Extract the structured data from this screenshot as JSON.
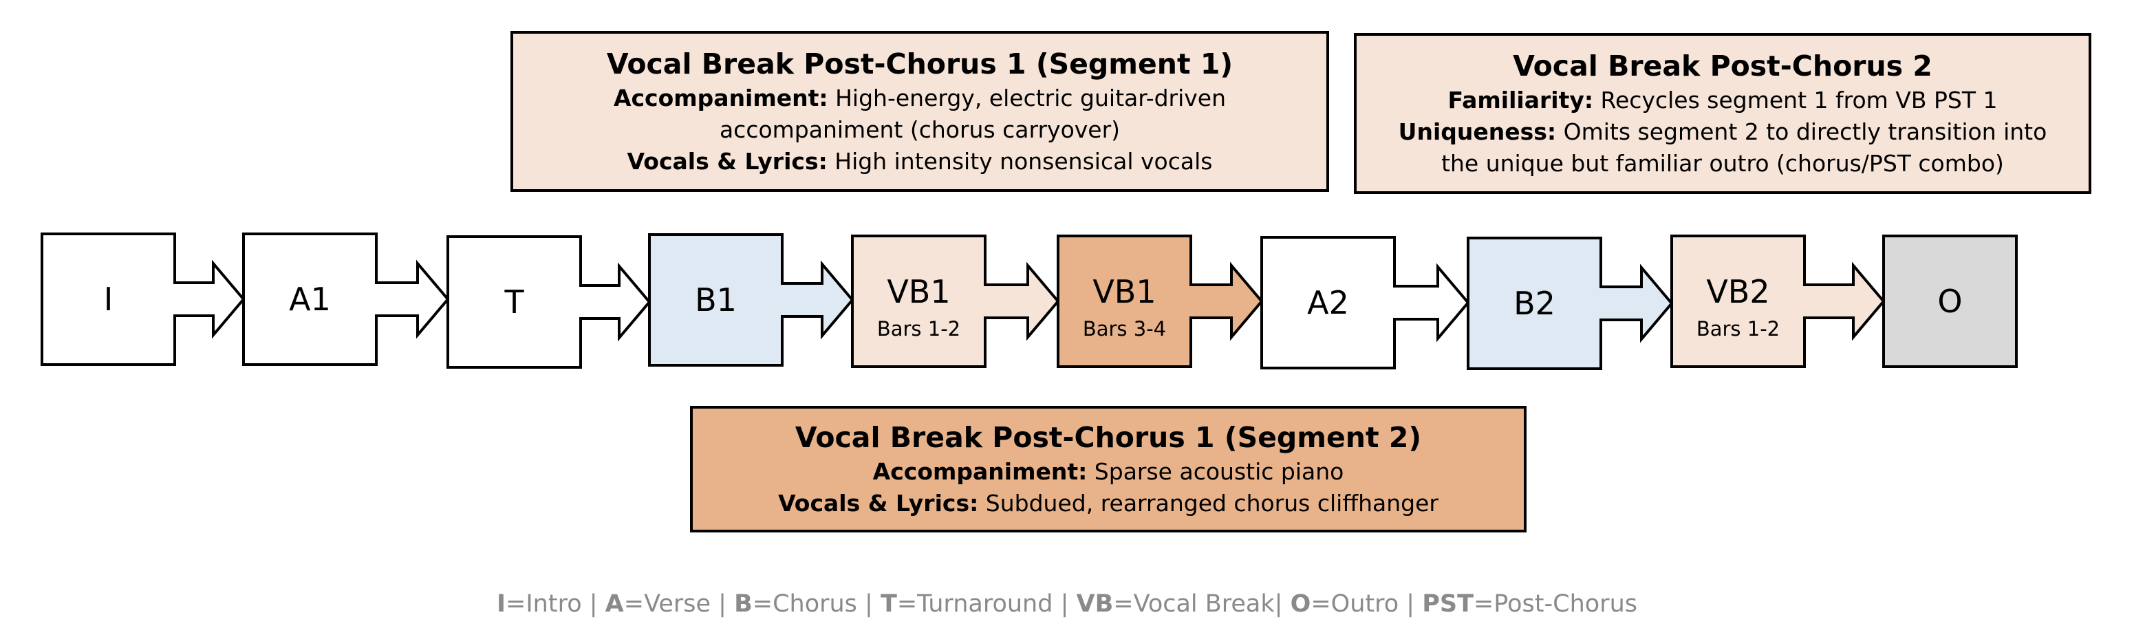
{
  "callouts": {
    "vb1_seg1": {
      "title": "Vocal Break Post-Chorus 1 (Segment 1)",
      "lines": [
        {
          "label": "Accompaniment:",
          "text": " High-energy, electric guitar-driven"
        },
        {
          "label": "",
          "text": "accompaniment (chorus carryover)"
        },
        {
          "label": "Vocals & Lyrics:",
          "text": " High intensity nonsensical vocals"
        }
      ],
      "fill": "#f6e4d8"
    },
    "vb2": {
      "title": "Vocal Break Post-Chorus 2",
      "lines": [
        {
          "label": "Familiarity:",
          "text": " Recycles segment 1 from VB PST 1"
        },
        {
          "label": "Uniqueness:",
          "text": " Omits segment 2 to directly transition into"
        },
        {
          "label": "",
          "text": "the unique but familiar outro (chorus/PST combo)"
        }
      ],
      "fill": "#f6e4d8"
    },
    "vb1_seg2": {
      "title": "Vocal Break Post-Chorus 1 (Segment 2)",
      "lines": [
        {
          "label": "Accompaniment:",
          "text": " Sparse acoustic piano"
        },
        {
          "label": "Vocals & Lyrics:",
          "text": " Subdued, rearranged chorus cliffhanger"
        }
      ],
      "fill": "#e8b38a"
    }
  },
  "flow": {
    "nodes": [
      {
        "id": "intro",
        "label": "I",
        "sub": "",
        "fill": "#ffffff"
      },
      {
        "id": "verse-1",
        "label": "A1",
        "sub": "",
        "fill": "#ffffff"
      },
      {
        "id": "turnaround",
        "label": "T",
        "sub": "",
        "fill": "#ffffff"
      },
      {
        "id": "chorus-1",
        "label": "B1",
        "sub": "",
        "fill": "#dfe9f4"
      },
      {
        "id": "vocal-break-1a",
        "label": "VB1",
        "sub": "Bars 1-2",
        "fill": "#f6e4d8"
      },
      {
        "id": "vocal-break-1b",
        "label": "VB1",
        "sub": "Bars 3-4",
        "fill": "#e8b38a"
      },
      {
        "id": "verse-2",
        "label": "A2",
        "sub": "",
        "fill": "#ffffff"
      },
      {
        "id": "chorus-2",
        "label": "B2",
        "sub": "",
        "fill": "#dfe9f4"
      },
      {
        "id": "vocal-break-2",
        "label": "VB2",
        "sub": "Bars 1-2",
        "fill": "#f6e4d8"
      },
      {
        "id": "outro",
        "label": "O",
        "sub": "",
        "fill": "#d9d9d9"
      }
    ]
  },
  "legend": [
    {
      "abbr": "I",
      "meaning": "=Intro",
      "sep": " | "
    },
    {
      "abbr": "A",
      "meaning": "=Verse",
      "sep": " | "
    },
    {
      "abbr": "B",
      "meaning": "=Chorus",
      "sep": " | "
    },
    {
      "abbr": "T",
      "meaning": "=Turnaround",
      "sep": " | "
    },
    {
      "abbr": "VB",
      "meaning": "=Vocal Break",
      "sep": "| "
    },
    {
      "abbr": "O",
      "meaning": "=Outro",
      "sep": " | "
    },
    {
      "abbr": "PST",
      "meaning": "=Post-Chorus",
      "sep": ""
    }
  ]
}
